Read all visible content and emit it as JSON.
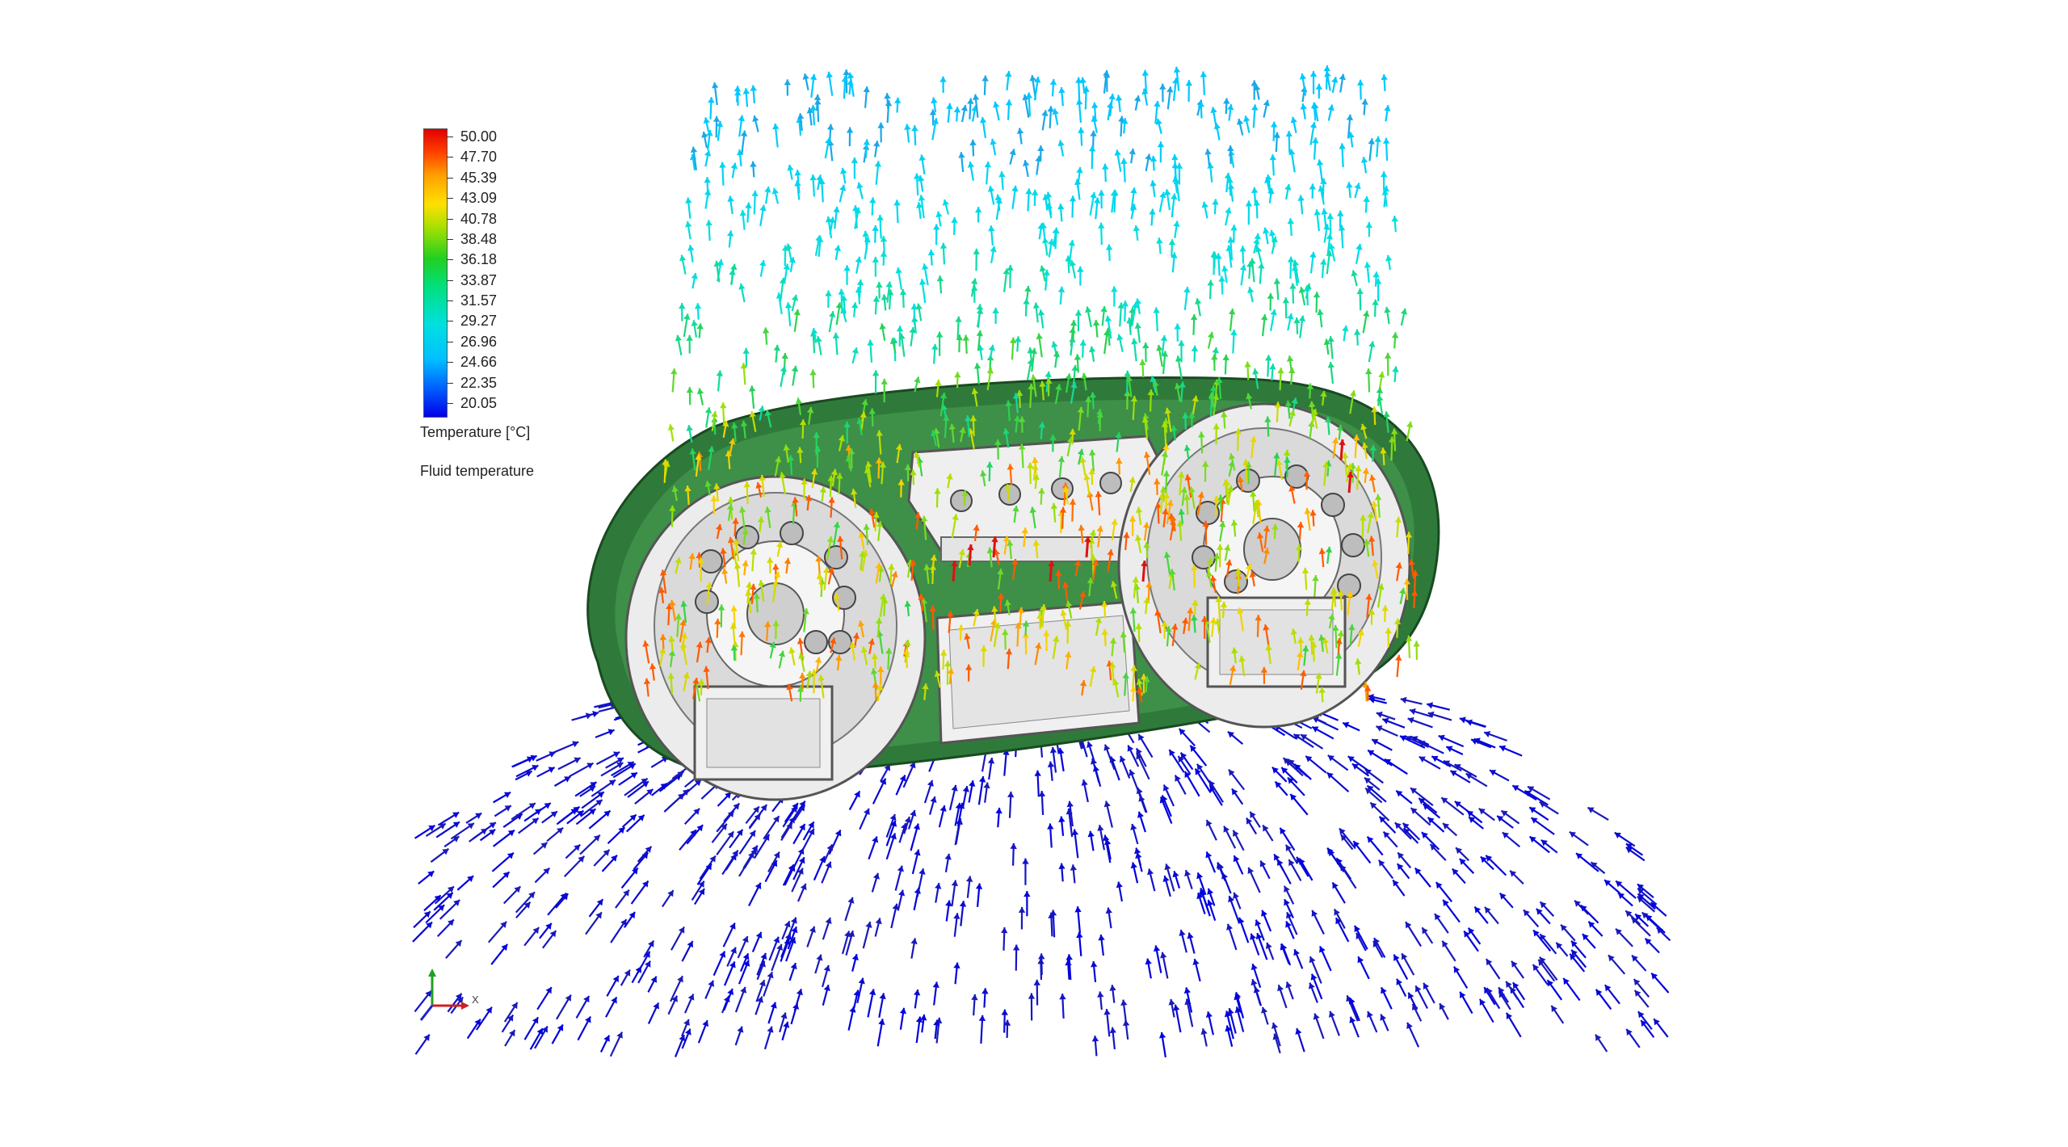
{
  "legend": {
    "title": "Temperature [°C]",
    "subtitle": "Fluid temperature",
    "ticks": [
      "50.00",
      "47.70",
      "45.39",
      "43.09",
      "40.78",
      "38.48",
      "36.18",
      "33.87",
      "31.57",
      "29.27",
      "26.96",
      "24.66",
      "22.35",
      "20.05"
    ],
    "colors": {
      "hot": "#e00000",
      "warm": "#ffe000",
      "mid": "#20d020",
      "cool": "#00e0e0",
      "cold": "#0000e8"
    }
  },
  "triad": {
    "x_label": "X"
  },
  "icons": {
    "axis_triad": "axis-triad-icon"
  }
}
